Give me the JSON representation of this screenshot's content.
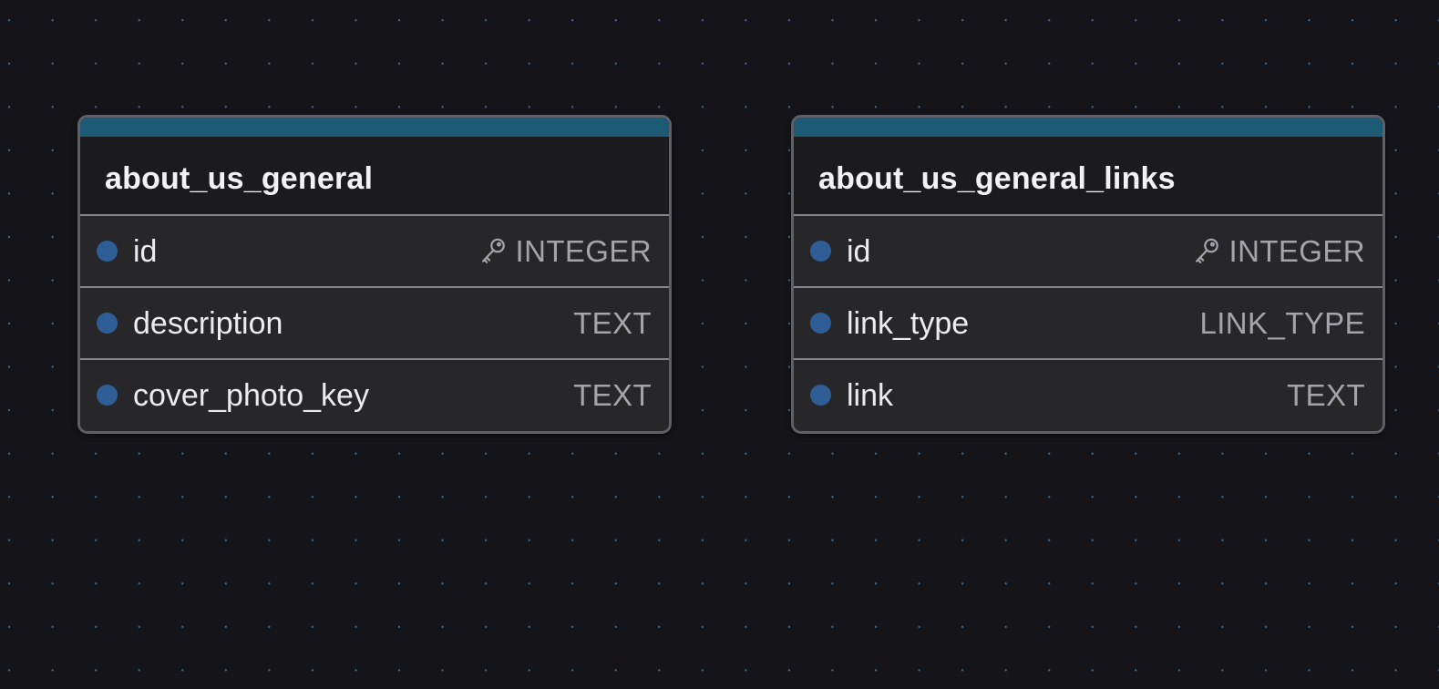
{
  "tables": [
    {
      "name": "about_us_general",
      "columns": [
        {
          "name": "id",
          "type": "INTEGER",
          "primary_key": true
        },
        {
          "name": "description",
          "type": "TEXT",
          "primary_key": false
        },
        {
          "name": "cover_photo_key",
          "type": "TEXT",
          "primary_key": false
        }
      ]
    },
    {
      "name": "about_us_general_links",
      "columns": [
        {
          "name": "id",
          "type": "INTEGER",
          "primary_key": true
        },
        {
          "name": "link_type",
          "type": "LINK_TYPE",
          "primary_key": false
        },
        {
          "name": "link",
          "type": "TEXT",
          "primary_key": false
        }
      ]
    }
  ],
  "icons": {
    "primary_key": "key-icon",
    "column_marker": "dot-icon"
  },
  "colors": {
    "background": "#151519",
    "grid_dot": "#3f6f96",
    "table_accent": "#1d5a76",
    "table_border": "#5f5f67",
    "column_dot": "#2f5d96",
    "type_text": "#a4a4ab"
  }
}
